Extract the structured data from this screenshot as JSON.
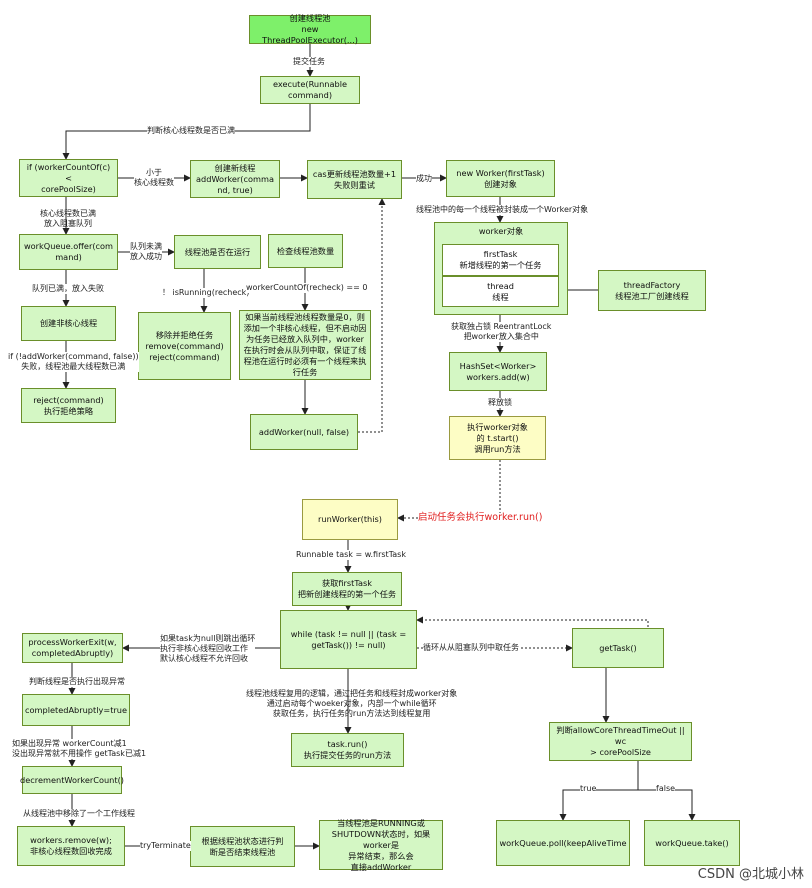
{
  "nodes": {
    "create_pool": "创建线程池\nnew ThreadPoolExecutor(...)",
    "execute": "execute(Runnable\ncommand)",
    "if_core": "if (workerCountOf(c) <\ncorePoolSize)",
    "add_worker_true": "创建新线程\naddWorker(comma\nnd, true)",
    "cas": "cas更新线程池数量+1\n失败则重试",
    "new_worker": "new Worker(firstTask)\n创建对象",
    "offer": "workQueue.offer(com\nmand)",
    "pool_running": "线程池是否在运行",
    "check_count": "检查线程池数量",
    "remove_reject": "移除并拒绝任务\nremove(command)\nreject(command)",
    "zero_check_text": "如果当前线程池线程数量是0，则添加一个非核心线程，但不启动因为任务已经放入队列中，worker在执行时会从队列中取，保证了线程池在运行时必须有一个线程来执行任务",
    "add_worker_null": "addWorker(null, false)",
    "create_noncore": "创建非核心线程",
    "reject": "reject(command)\n执行拒绝策略",
    "worker_obj_title": "worker对象",
    "first_task": "firstTask\n新增线程的第一个任务",
    "thread_field": "thread\n线程",
    "thread_factory": "threadFactory\n线程池工厂创建线程",
    "hashset": "HashSet<Worker>\nworkers.add(w)",
    "exec_worker": "执行worker对象\n的 t.start()\n调用run方法",
    "run_worker": "runWorker(this)",
    "get_first_task": "获取firstTask\n把新创建线程的第一个任务",
    "while_loop": "while (task != null || (task =\ngetTask()) != null)",
    "task_run": "task.run()\n执行提交任务的run方法",
    "get_task": "getTask()",
    "allow_core": "判断allowCoreThreadTimeOut || wc\n> corePoolSize",
    "poll": "workQueue.poll(keepAliveTime",
    "take": "workQueue.take()",
    "process_exit": "processWorkerExit(w,\ncompletedAbruptly)",
    "completed_true": "completedAbruptly=true",
    "decrement": "decrementWorkerCount()",
    "workers_remove": "workers.remove(w);\n非核心线程数回收完成",
    "judge_state": "根据线程池状态进行判\n断是否结束线程池",
    "running_shutdown": "当线程池是RUNNING或\nSHUTDOWN状态时，如果worker是\n异常结束，那么会\n直接addWorker"
  },
  "labels": {
    "submit": "提交任务",
    "judge_core_full": "判断核心线程数是否已满",
    "less_than_core": "小于\n核心线程数",
    "success": "成功",
    "wrap_worker": "线程池中的每一个线程被封装成一个Worker对象",
    "core_full_queue": "核心线程数已满\n放入阻塞队列",
    "queue_ok": "队列未满\n放入成功",
    "not_running": "！ isRunning(recheck)",
    "worker_count_zero": "workerCountOf(recheck) == 0",
    "queue_full": "队列已满，放入失败",
    "add_noncore_fail": "if (!addWorker(command, false))\n失败，线程池最大线程数已满",
    "lock": "获取独占锁 ReentrantLock\n把worker放入集合中",
    "unlock": "释放锁",
    "start_run": "启动任务会执行worker.run()",
    "runnable_task": "Runnable task = w.firstTask",
    "null_exit": "如果task为null则跳出循环\n执行非核心线程回收工作\n默认核心线程不允许回收",
    "loop_get_task": "循环从从阻塞队列中取任务",
    "reuse_note": "线程池线程复用的逻辑，通过把任务和线程封成worker对象\n通过启动每个woeker对象，内部一个while循环\n获取任务，执行任务的run方法达到线程复用",
    "judge_exception": "判断线程是否执行出现异常",
    "exception_note": "如果出现异常 workerCount减1\n没出现异常就不用操作 getTask已减1",
    "remove_one": "从线程池中移除了一个工作线程",
    "try_terminate": "tryTerminate",
    "true_label": "true",
    "false_label": "false"
  },
  "watermark": "CSDN @北城小林",
  "colors": {
    "node_fill": "#d4f7c4",
    "start_fill": "#7ef06a",
    "highlight_fill": "#fdfdc5",
    "edge": "#222222",
    "red_text": "#e02020"
  }
}
